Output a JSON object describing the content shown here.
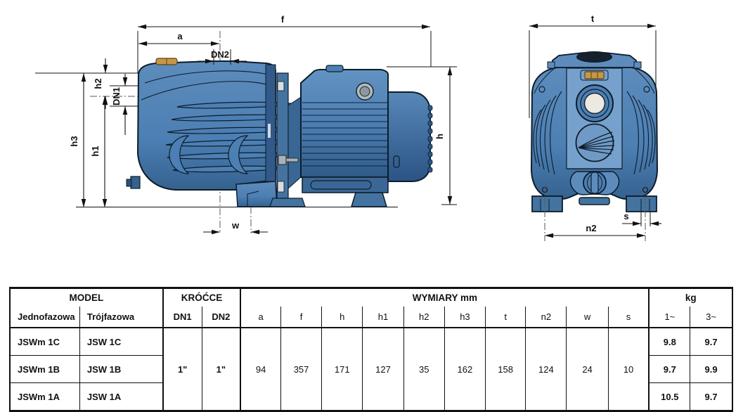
{
  "page": {
    "background": "#ffffff"
  },
  "diagram": {
    "labels": {
      "f": "f",
      "a": "a",
      "dn2": "DN2",
      "h2": "h2",
      "dn1": "DN1",
      "h3": "h3",
      "h1": "h1",
      "w": "w",
      "h": "h",
      "t": "t",
      "s": "s",
      "n2": "n2"
    },
    "colors": {
      "pump_blue": "#4c7fb3",
      "pump_blue_dark": "#35628f",
      "pump_blue_light": "#6f9ac6",
      "brass": "#c59747",
      "outline": "#0d1c2b",
      "dimension_lines": "#111111"
    }
  },
  "table": {
    "groups": [
      {
        "label": "MODEL",
        "span": 2
      },
      {
        "label": "KRÓĆCE",
        "span": 2
      },
      {
        "label": "WYMIARY mm",
        "span": 10
      },
      {
        "label": "kg",
        "span": 2
      }
    ],
    "columns": [
      "Jednofazowa",
      "Trójfazowa",
      "DN1",
      "DN2",
      "a",
      "f",
      "h",
      "h1",
      "h2",
      "h3",
      "t",
      "n2",
      "w",
      "s",
      "1~",
      "3~"
    ],
    "shared_values": [
      "1\"",
      "1\"",
      "94",
      "357",
      "171",
      "127",
      "35",
      "162",
      "158",
      "124",
      "24",
      "10"
    ],
    "rows": [
      {
        "single_phase": "JSWm 1C",
        "three_phase": "JSW 1C",
        "kg_1ph": "9.8",
        "kg_3ph": "9.7"
      },
      {
        "single_phase": "JSWm 1B",
        "three_phase": "JSW 1B",
        "kg_1ph": "9.7",
        "kg_3ph": "9.9"
      },
      {
        "single_phase": "JSWm 1A",
        "three_phase": "JSW 1A",
        "kg_1ph": "10.5",
        "kg_3ph": "9.7"
      }
    ]
  }
}
